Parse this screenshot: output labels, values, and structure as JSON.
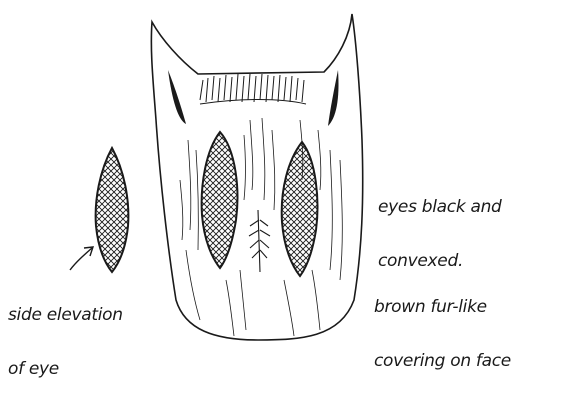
{
  "labels": {
    "eyes_note_line1": "eyes black and",
    "eyes_note_line2": "convexed.",
    "side_note_line1": "side elevation",
    "side_note_line2": "of eye",
    "fur_note_line1": "brown fur-like",
    "fur_note_line2": "covering on face"
  },
  "colors": {
    "ink": "#1a1a1a",
    "paper": "#ffffff"
  }
}
